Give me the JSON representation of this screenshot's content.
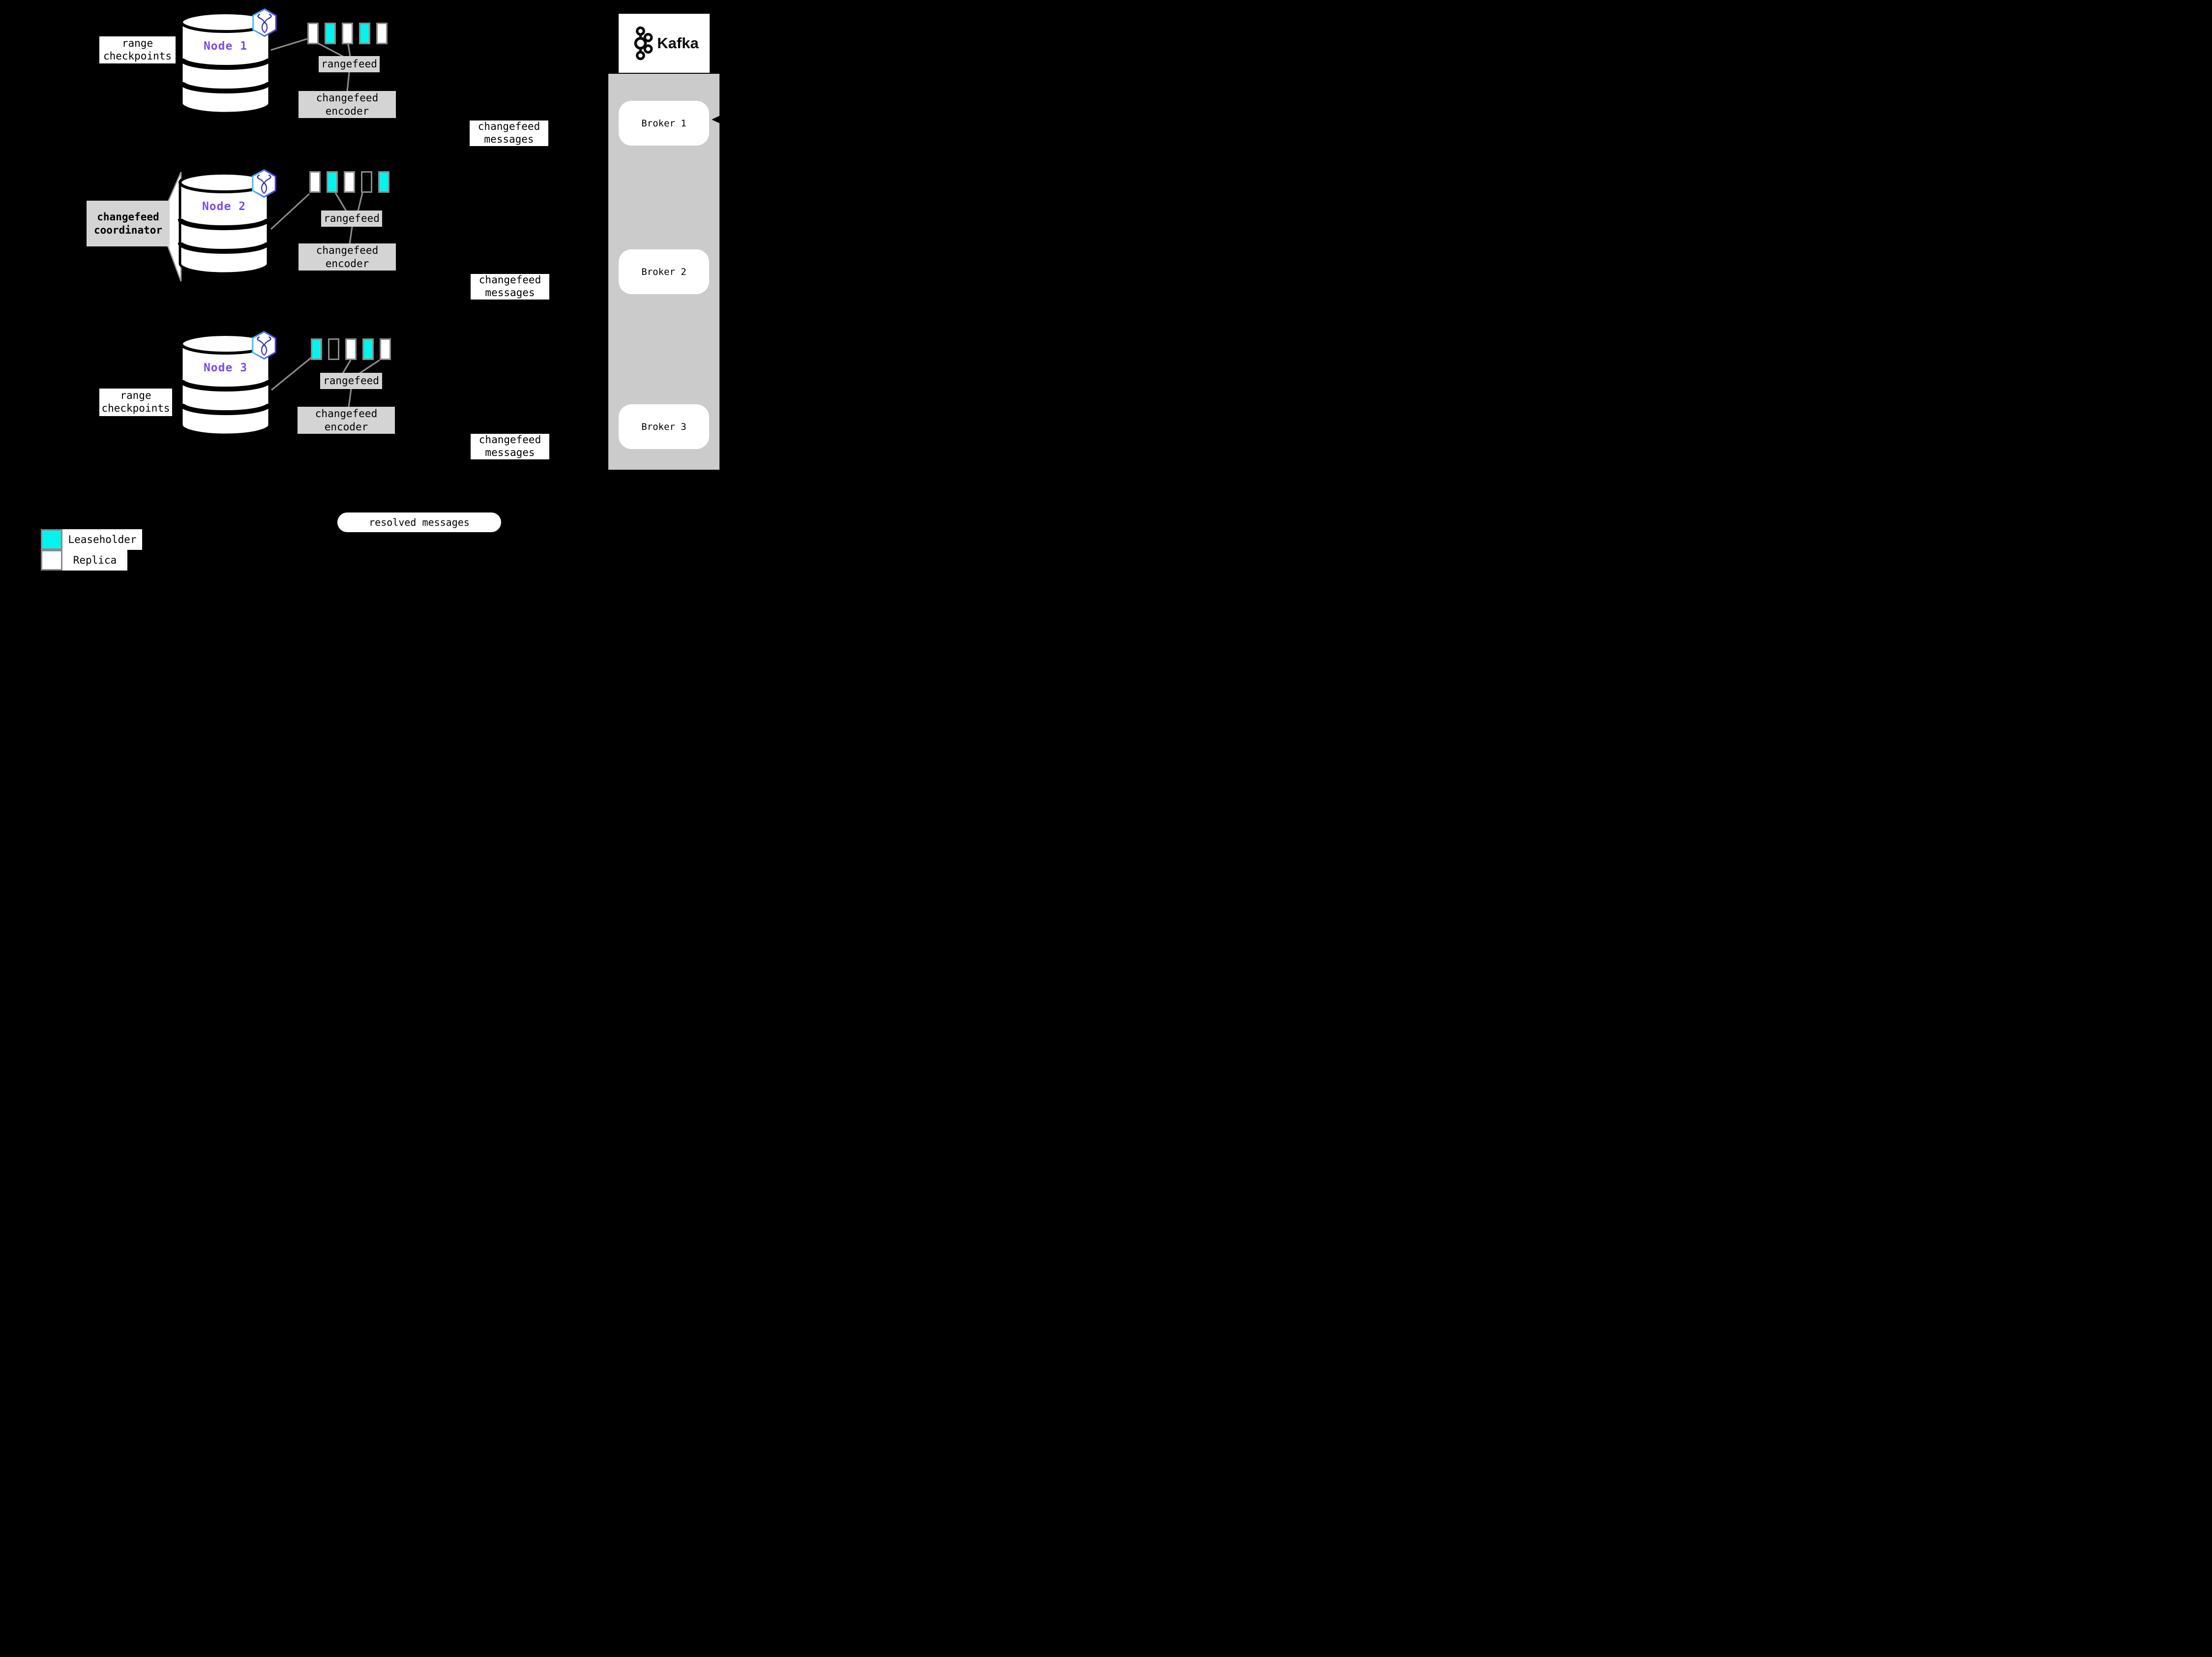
{
  "nodes": [
    {
      "label": "Node 1",
      "range_checkpoints_label": "range\ncheckpoints",
      "ranges": [
        "replica",
        "leaseholder",
        "replica",
        "leaseholder",
        "replica"
      ],
      "rangefeed_label": "rangefeed",
      "encoder_label": "changefeed\nencoder",
      "messages_label": "changefeed\nmessages"
    },
    {
      "label": "Node 2",
      "coordinator_label": "changefeed\ncoordinator",
      "ranges": [
        "replica",
        "leaseholder",
        "replica",
        "empty",
        "leaseholder"
      ],
      "rangefeed_label": "rangefeed",
      "encoder_label": "changefeed\nencoder",
      "messages_label": "changefeed\nmessages"
    },
    {
      "label": "Node 3",
      "range_checkpoints_label": "range\ncheckpoints",
      "ranges": [
        "leaseholder",
        "empty",
        "replica",
        "leaseholder",
        "replica"
      ],
      "rangefeed_label": "rangefeed",
      "encoder_label": "changefeed\nencoder",
      "messages_label": "changefeed\nmessages"
    }
  ],
  "kafka": {
    "title": "Kafka",
    "brokers": [
      "Broker 1",
      "Broker 2",
      "Broker 3"
    ]
  },
  "resolved_messages_label": "resolved messages",
  "legend": [
    {
      "label": "Leaseholder",
      "type": "leaseholder"
    },
    {
      "label": "Replica",
      "type": "replica"
    }
  ],
  "colors": {
    "background": "#000000",
    "leaseholder": "#00f5ec",
    "replica": "#ffffff",
    "kafka_band": "#cbcbcb",
    "label_box": "#d4d4d4",
    "node_label": "#7b4af0",
    "connector": "#8a8a8a"
  },
  "icons": {
    "node_badge": "cockroachdb-logo-icon",
    "kafka_logo": "kafka-logo-icon"
  }
}
